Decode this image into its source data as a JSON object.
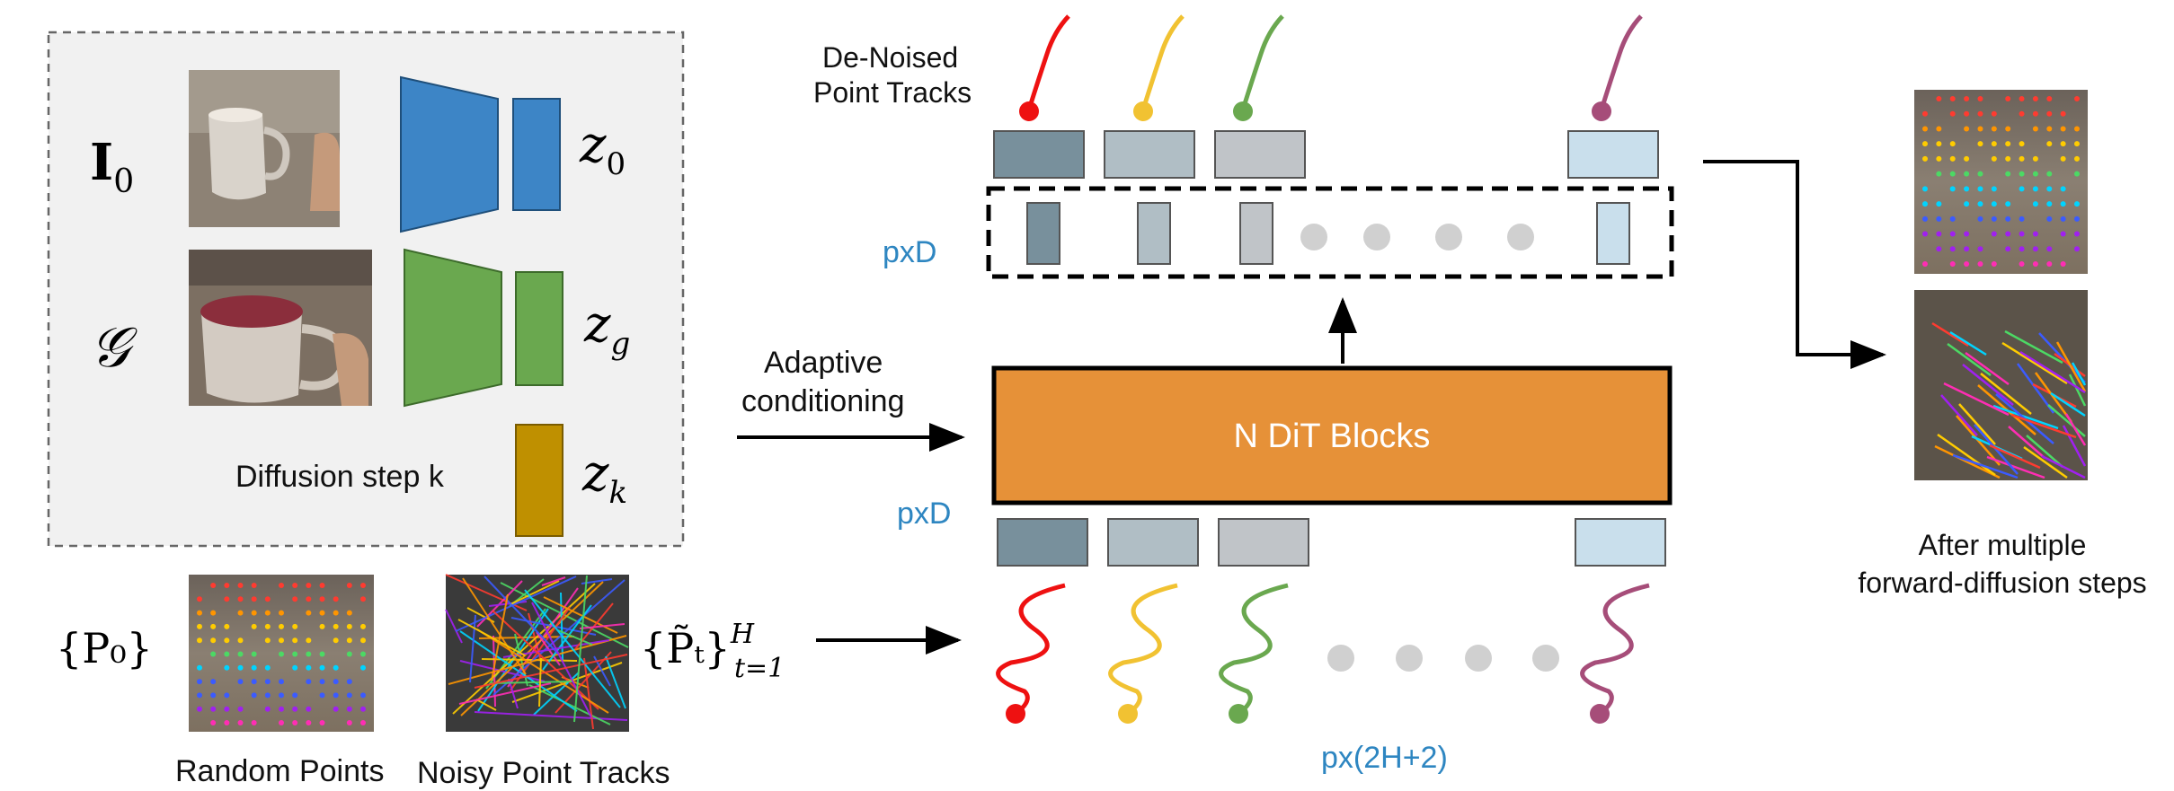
{
  "conditioning": {
    "image_label": "I",
    "image_label_sub": "0",
    "goal_label": "𝒢",
    "latent_image": "z",
    "latent_image_sub": "0",
    "latent_goal": "z",
    "latent_goal_sub": "g",
    "latent_step": "z",
    "latent_step_sub": "k",
    "diffusion_step_text": "Diffusion step k",
    "image_color": "#3d85c6",
    "goal_color": "#6aa84f",
    "step_color": "#bf9000"
  },
  "inputs": {
    "random_points_math": "{P₀}",
    "random_points_caption": "Random Points",
    "noisy_tracks_math_main": "{P̃ₜ}",
    "noisy_tracks_math_sup": "H",
    "noisy_tracks_math_sub": "t=1",
    "noisy_tracks_caption": "Noisy Point Tracks"
  },
  "model": {
    "adaptive_line1": "Adaptive",
    "adaptive_line2": "conditioning",
    "block_label": "N DiT Blocks",
    "block_color": "#e69138",
    "input_dim": "pxD",
    "output_dim": "pxD",
    "track_dim": "px(2H+2)",
    "dim_color": "#2e86c1"
  },
  "outputs": {
    "denoised_line1": "De-Noised",
    "denoised_line2": "Point Tracks",
    "result_line1": "After multiple",
    "result_line2": "forward-diffusion steps"
  },
  "track_colors": [
    "#ee1111",
    "#f1c232",
    "#6aa84f",
    "#a64d79"
  ],
  "token_colors": [
    "#78909c",
    "#b0bec5",
    "#c0c4c8",
    "#c9dfec"
  ]
}
